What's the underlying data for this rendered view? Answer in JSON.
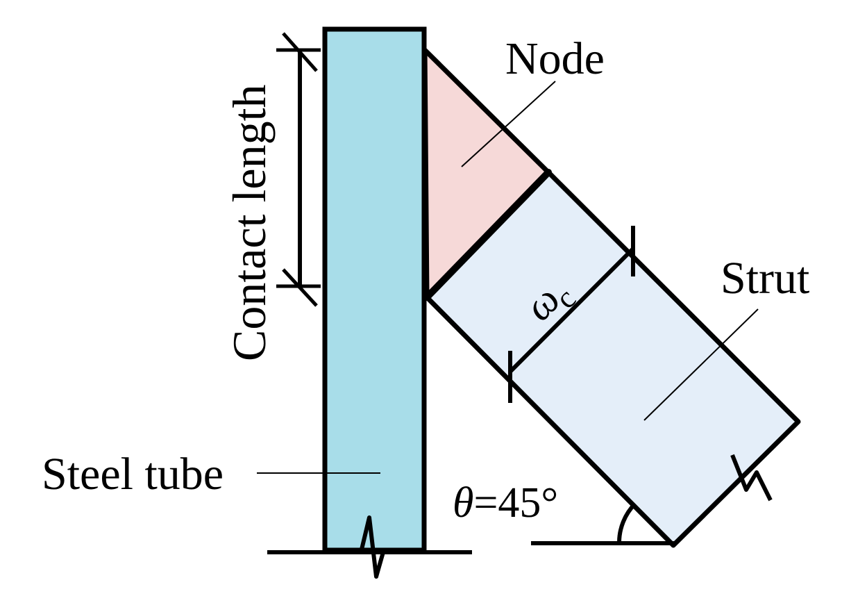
{
  "labels": {
    "node": "Node",
    "strut": "Strut",
    "steel_tube": "Steel tube",
    "contact_length": "Contact length",
    "width_symbol": "ω",
    "width_subscript": "c",
    "angle_symbol": "θ",
    "angle_value": "=45°"
  },
  "colors": {
    "steel_tube_fill": "#a8dde9",
    "node_fill": "#f6d9d8",
    "strut_fill": "#e4eef9",
    "stroke": "#000000"
  }
}
